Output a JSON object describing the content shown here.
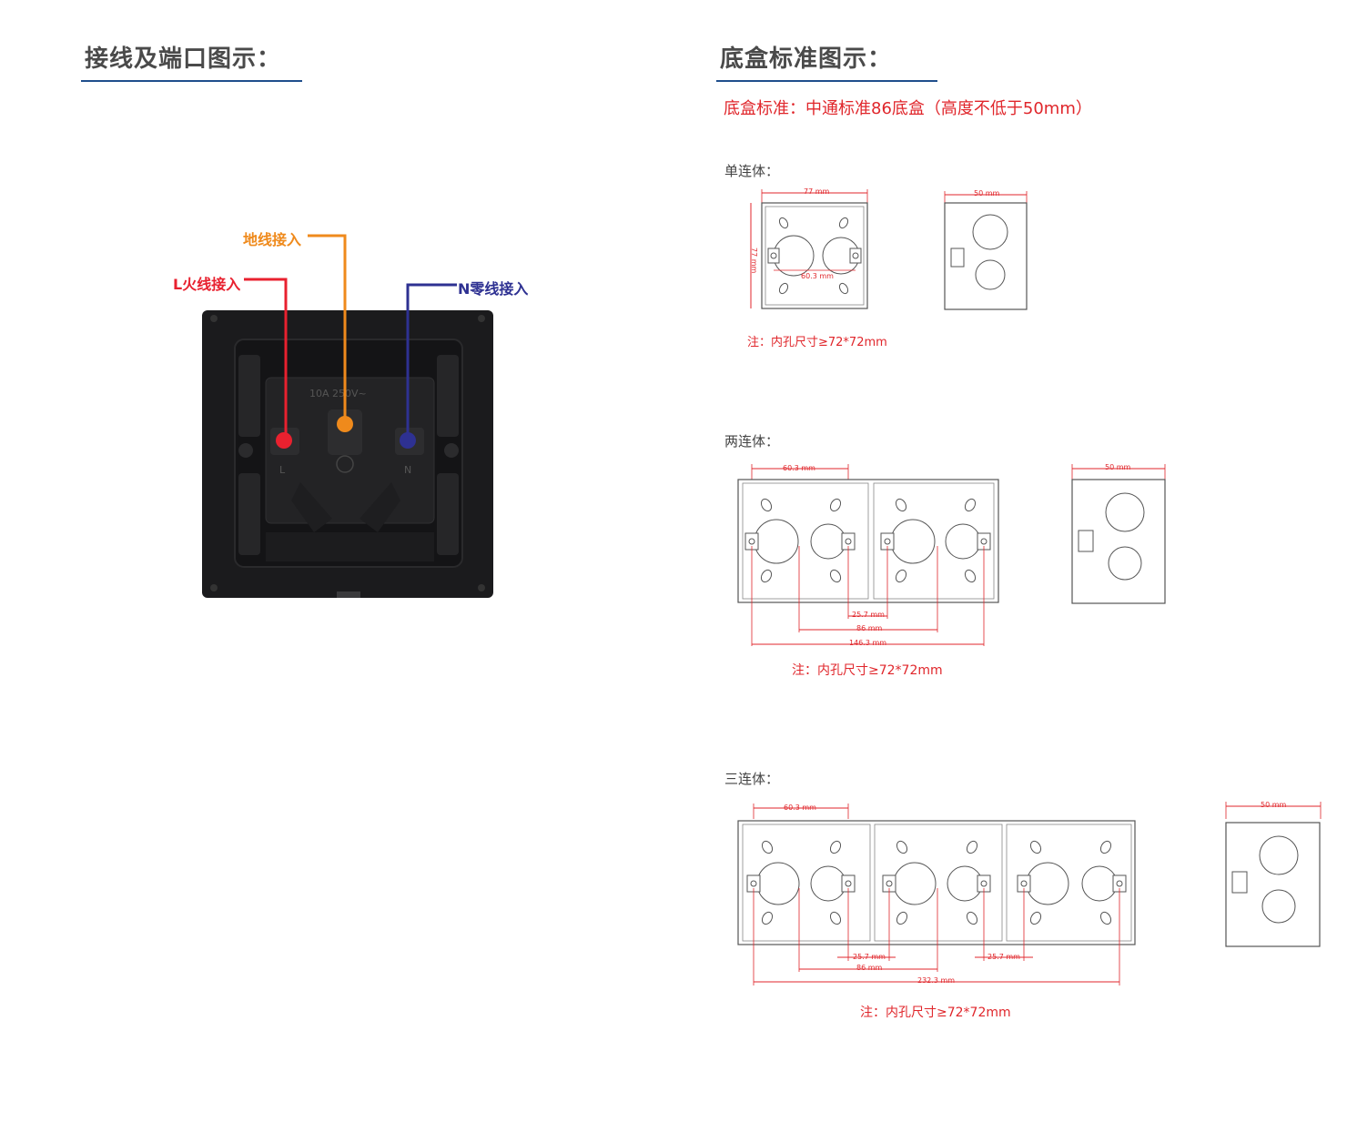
{
  "left": {
    "title": "接线及端口图示：",
    "labels": {
      "live": "L火线接入",
      "earth": "地线接入",
      "neutral": "N零线接入"
    },
    "panel_marks": {
      "rating": "10A 250V~",
      "L": "L",
      "N": "N"
    },
    "colors": {
      "live": "#e8212f",
      "earth": "#ef8a1c",
      "neutral": "#2e3192",
      "panel": "#1b1b1d"
    }
  },
  "right": {
    "title": "底盒标准图示：",
    "standard": "底盒标准：中通标准86底盒（高度不低于50mm）",
    "single": {
      "label": "单连体：",
      "dims": {
        "width": "77 mm",
        "height": "77 mm",
        "hole": "60.3 mm",
        "depth": "50 mm"
      },
      "note": "注：内孔尺寸≥72*72mm"
    },
    "double": {
      "label": "两连体：",
      "dims": {
        "hole": "60.3 mm",
        "gap": "25.7 mm",
        "pitch": "86 mm",
        "total": "146.3 mm",
        "depth": "50 mm"
      },
      "note": "注：内孔尺寸≥72*72mm"
    },
    "triple": {
      "label": "三连体：",
      "dims": {
        "hole": "60.3 mm",
        "gap1": "25.7 mm",
        "gap2": "25.7 mm",
        "pitch": "86 mm",
        "total": "232.3 mm",
        "depth": "50 mm"
      },
      "note": "注：内孔尺寸≥72*72mm"
    },
    "colors": {
      "title_rule": "#1f4e8c",
      "accent": "#e0262b"
    }
  }
}
